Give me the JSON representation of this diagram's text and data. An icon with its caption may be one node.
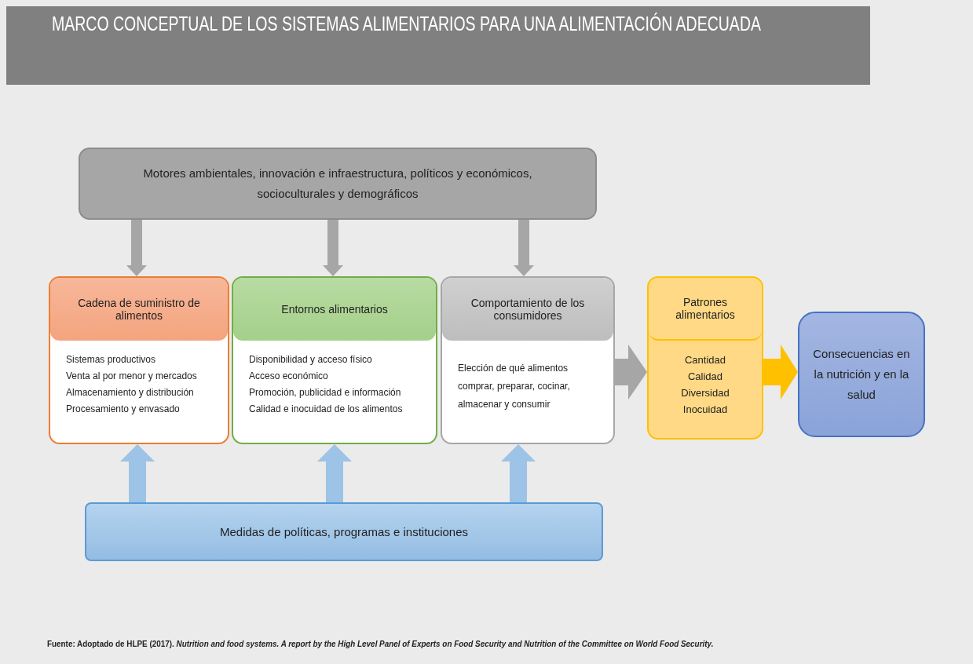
{
  "diagram": {
    "title": "MARCO CONCEPTUAL DE LOS SISTEMAS ALIMENTARIOS PARA UNA ALIMENTACIÓN ADECUADA",
    "caption": "Fuente: Adoptado de HLPE (2017). *Nutrition and food systems. A report by the High Level Panel of Experts on Food Security and Nutrition of the Committee on World Food Security.*",
    "nodes": [
      {
        "text": [
          "Motores ambientales, innovación e infraestructura, políticos y económicos, socioculturales y demográficos"
        ]
      },
      {
        "text": [
          "Cadena de suministro de alimentos",
          "Sistemas productivos",
          "Venta al por menor y mercados",
          "Almacenamiento y distribución",
          "Procesamiento y envasado"
        ]
      },
      {
        "text": [
          "Entornos alimentarios",
          "Disponibilidad y acceso físico",
          "Acceso económico",
          "Promoción, publicidad e información",
          "Calidad e inocuidad de los alimentos"
        ]
      },
      {
        "text": [
          "Comportamiento de los consumidores",
          "Elección de qué alimentos comprar, preparar, cocinar, almacenar y consumir"
        ]
      },
      {
        "text": [
          "Patrones alimentarios",
          "Cantidad",
          "Calidad",
          "Diversidad",
          "Inocuidad"
        ]
      },
      {
        "text": [
          "Consecuencias en la nutrición y en la salud"
        ]
      },
      {
        "text": [
          "Medidas de políticas, programas e instituciones"
        ]
      }
    ],
    "edges": [
      {
        "from": 0,
        "to": 1,
        "arrow": "to"
      },
      {
        "from": 0,
        "to": 2,
        "arrow": "to"
      },
      {
        "from": 0,
        "to": 3,
        "arrow": "to"
      },
      {
        "from": 6,
        "to": 1,
        "arrow": "to",
        "color": "#9dc3e6"
      },
      {
        "from": 6,
        "to": 2,
        "arrow": "to",
        "color": "#9dc3e6"
      },
      {
        "from": 6,
        "to": 3,
        "arrow": "to",
        "color": "#9dc3e6"
      },
      {
        "from": 3,
        "to": 4,
        "arrow": "to"
      },
      {
        "from": 4,
        "to": 5,
        "arrow": "to",
        "color": "#ffc000"
      }
    ]
  }
}
